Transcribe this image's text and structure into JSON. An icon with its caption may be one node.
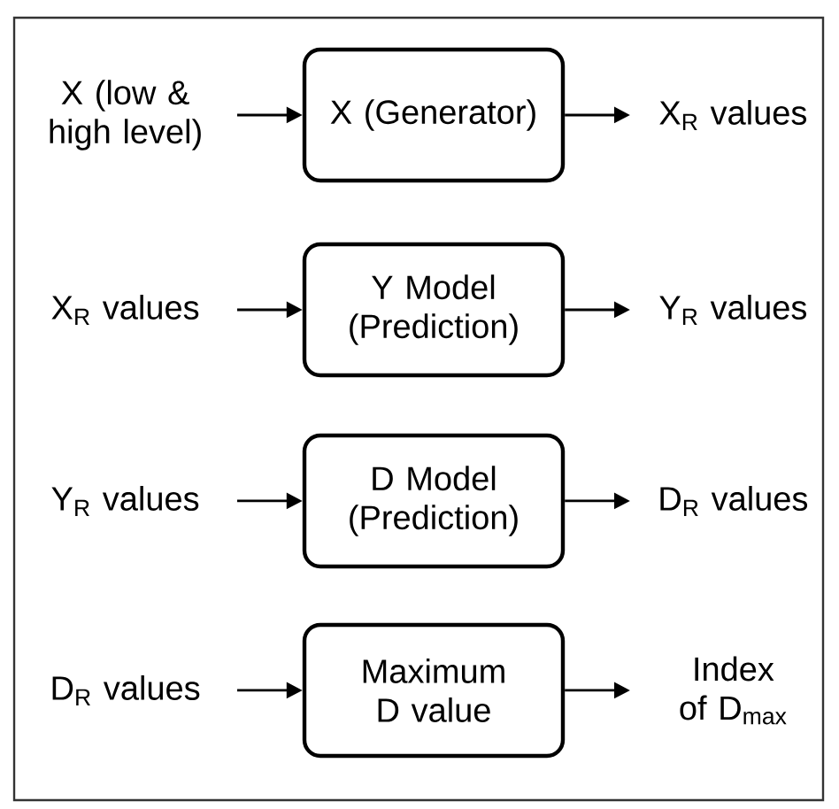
{
  "diagram": {
    "nodes": [
      {
        "text": [
          "X (low & high level)"
        ]
      },
      {
        "text": [
          "X (Generator)"
        ]
      },
      {
        "text": [
          "X$_{R}$ values"
        ]
      },
      {
        "text": [
          "X$_{R}$ values"
        ]
      },
      {
        "text": [
          "Y Model (Prediction)"
        ]
      },
      {
        "text": [
          "Y$_{R}$ values"
        ]
      },
      {
        "text": [
          "Y$_{R}$ values"
        ]
      },
      {
        "text": [
          "D Model (Prediction)"
        ]
      },
      {
        "text": [
          "D$_{R}$ values"
        ]
      },
      {
        "text": [
          "D$_{R}$ values"
        ]
      },
      {
        "text": [
          "Maximum D value"
        ]
      },
      {
        "text": [
          "Index of D$_{max}$"
        ]
      }
    ],
    "edges": [
      {
        "from": 0,
        "to": 1,
        "arrow": "to"
      },
      {
        "from": 1,
        "to": 2,
        "arrow": "to"
      },
      {
        "from": 3,
        "to": 4,
        "arrow": "to"
      },
      {
        "from": 4,
        "to": 5,
        "arrow": "to"
      },
      {
        "from": 6,
        "to": 7,
        "arrow": "to"
      },
      {
        "from": 7,
        "to": 8,
        "arrow": "to"
      },
      {
        "from": 9,
        "to": 10,
        "arrow": "to"
      },
      {
        "from": 10,
        "to": 11,
        "arrow": "to"
      }
    ]
  }
}
